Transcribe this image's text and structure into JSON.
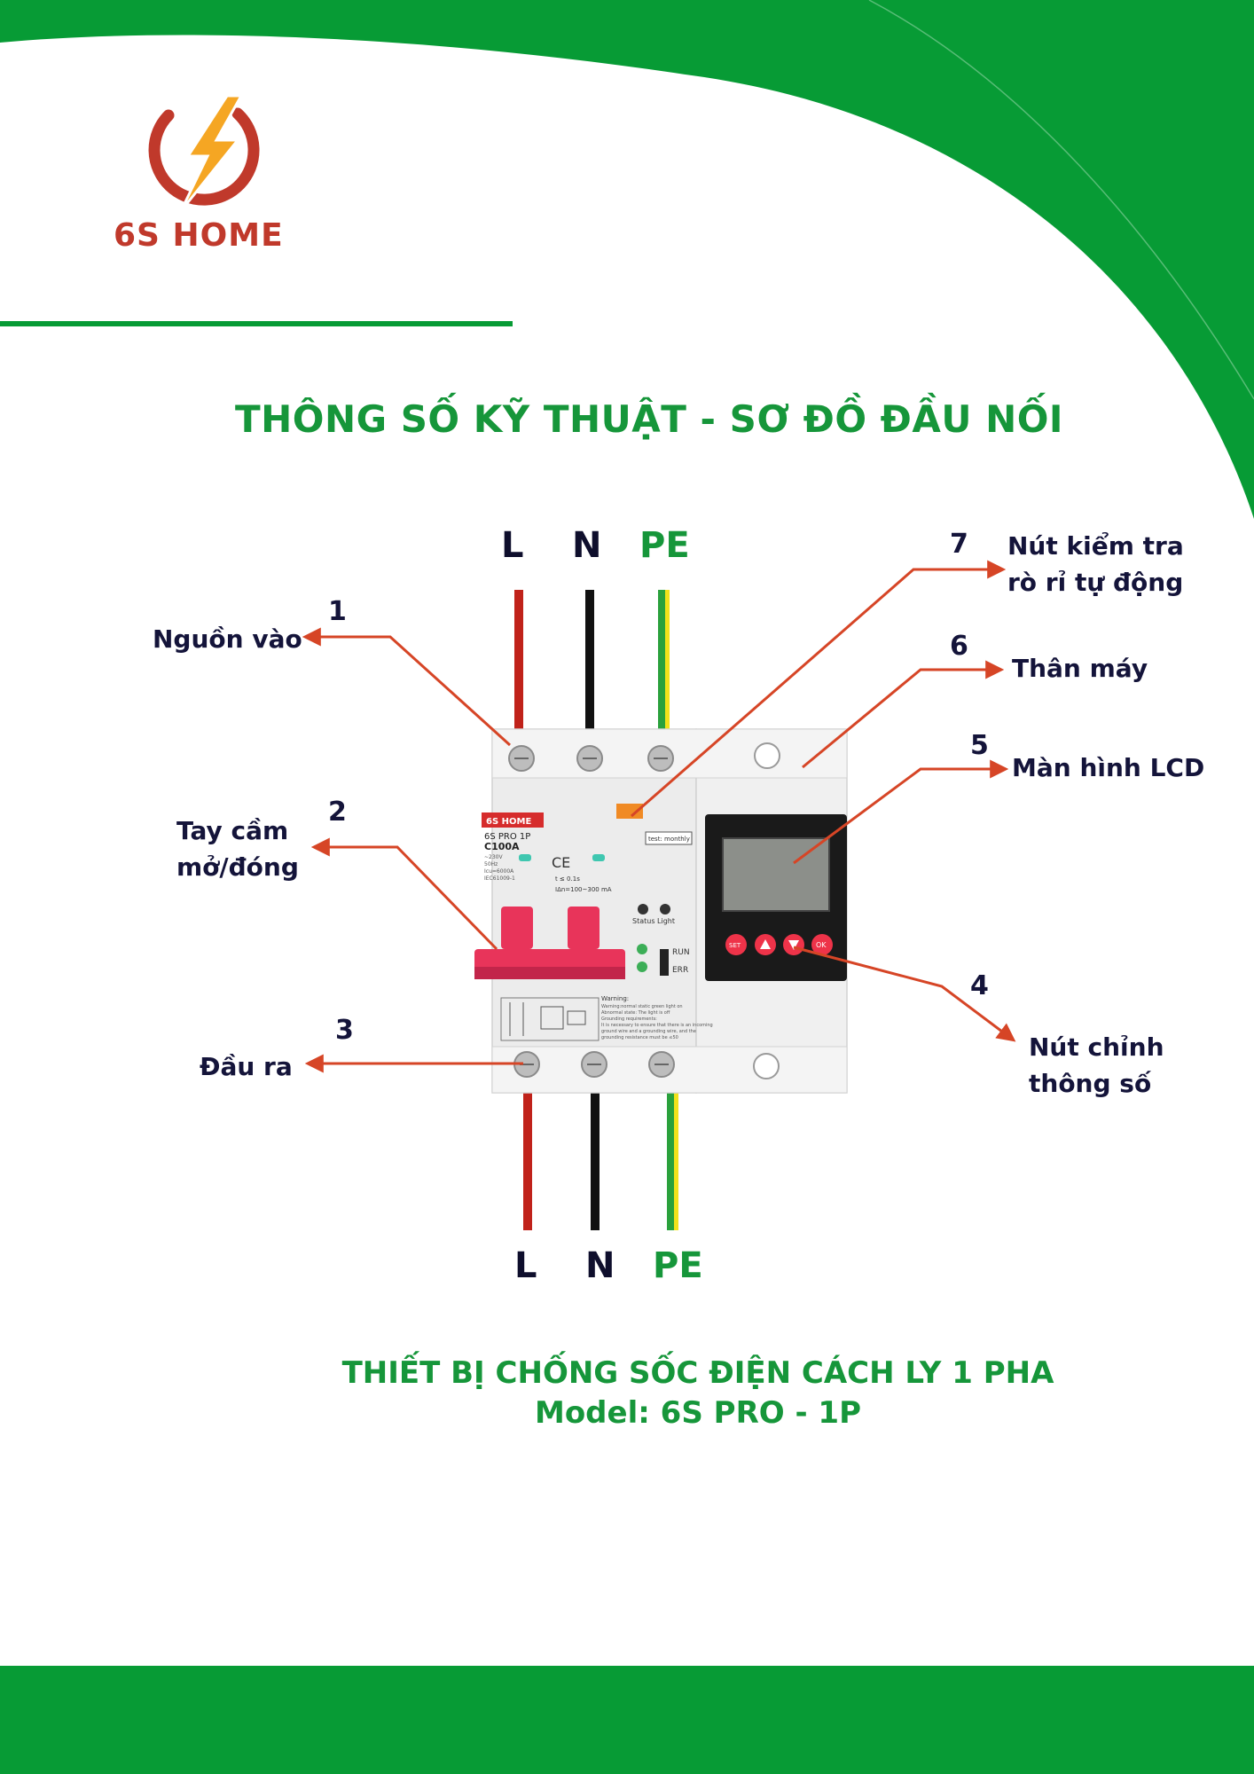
{
  "brand": {
    "name": "6S HOME"
  },
  "title": "THÔNG SỐ KỸ THUẬT - SƠ ĐỒ ĐẦU NỐI",
  "wires_top": {
    "l": "L",
    "n": "N",
    "pe": "PE"
  },
  "wires_bottom": {
    "l": "L",
    "n": "N",
    "pe": "PE"
  },
  "callouts": [
    {
      "num": "1",
      "label": "Nguồn vào"
    },
    {
      "num": "2",
      "label_line1": "Tay cầm",
      "label_line2": "mở/đóng"
    },
    {
      "num": "3",
      "label": "Đầu ra"
    },
    {
      "num": "4",
      "label_line1": "Nút chỉnh",
      "label_line2": "thông số"
    },
    {
      "num": "5",
      "label": "Màn hình LCD"
    },
    {
      "num": "6",
      "label": "Thân máy"
    },
    {
      "num": "7",
      "label_line1": "Nút kiểm tra",
      "label_line2": "rò rỉ tự động"
    }
  ],
  "device": {
    "brand_tag": "6S HOME",
    "model": "6S PRO 1P",
    "rating": "C100A",
    "spec1": "~230V",
    "spec2": "50Hz",
    "spec3": "Icu=6000A",
    "spec4": "IEC61009-1",
    "ce": "CE",
    "time": "t ≤ 0.1s",
    "leak": "IΔn=100~300 mA",
    "test_label": "test: monthly",
    "status_label": "Status Light",
    "run": "RUN",
    "err": "ERR",
    "warning_title": "Warning:",
    "warning_lines": [
      "Warning:normal static green light on",
      "Abnormal state: The light is off",
      "Grounding requirements:",
      "It is necessary to ensure that there is an incoming",
      "ground wire and a grounding wire, and the",
      "grounding resistance must be ≤50"
    ],
    "btn_set": "SET",
    "btn_ok": "OK"
  },
  "footer": {
    "line1": "THIẾT BỊ CHỐNG SỐC ĐIỆN CÁCH LY 1 PHA",
    "line2": "Model: 6S PRO - 1P"
  },
  "colors": {
    "green": "#079b35",
    "title_green": "#16963a",
    "red": "#c0392b",
    "arrow": "#d64526"
  }
}
